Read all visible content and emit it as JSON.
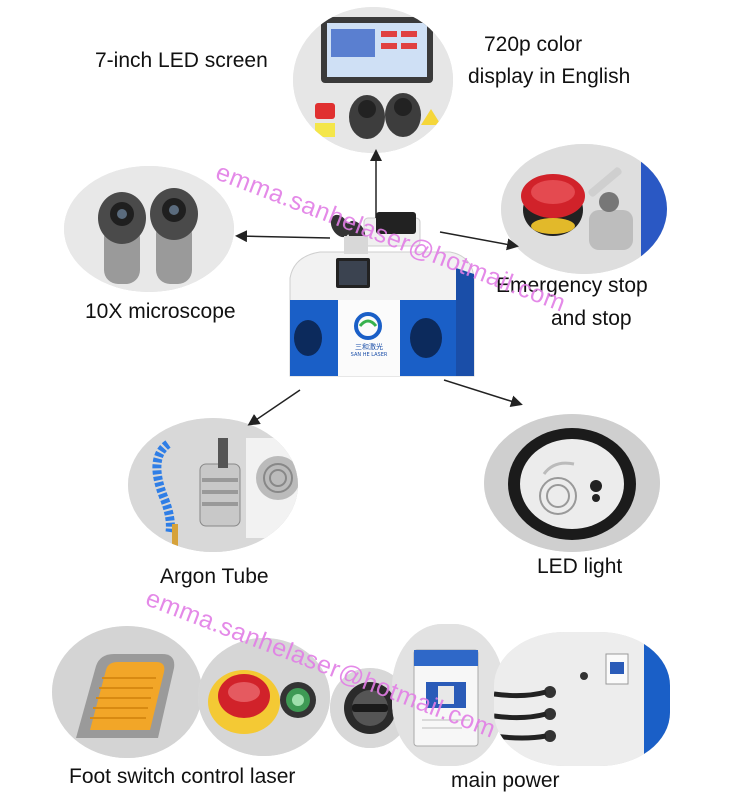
{
  "labels": {
    "screen": "7-inch LED screen",
    "display_line1": "720p color",
    "display_line2": "display in English",
    "microscope": "10X microscope",
    "emergency_line1": "Emergency stop",
    "emergency_line2": "and stop",
    "argon": "Argon Tube",
    "led_light": "LED light",
    "foot_switch": "Foot switch control laser",
    "main_power": "main power"
  },
  "watermarks": {
    "top": "emma.sanhelaser@hotmail.com",
    "bottom": "emma.sanhelaser@hotmail.com"
  },
  "machine": {
    "brand_cn": "三和激光",
    "brand_en": "SAN HE LASER"
  },
  "colors": {
    "machine_blue": "#1a5fc7",
    "watermark": "#e27ee6",
    "button_red": "#d1222a",
    "pedal_yellow": "#f2a628"
  }
}
